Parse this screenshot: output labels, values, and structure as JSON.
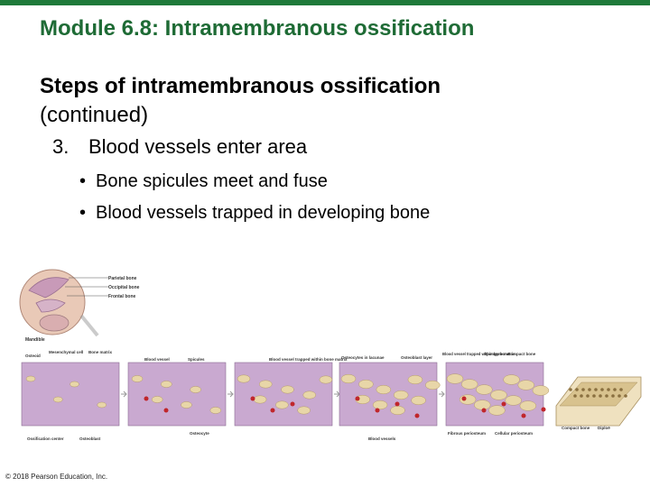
{
  "title": "Module 6.8: Intramembranous ossification",
  "heading": {
    "bold": "Steps of intramembranous ossification",
    "normal": "(continued)"
  },
  "step": {
    "number": "3.",
    "text": "Blood vessels enter area"
  },
  "bullets": [
    "Bone spicules meet and fuse",
    "Blood vessels trapped in developing bone"
  ],
  "figure": {
    "skull_labels": {
      "parietal": "Parietal bone",
      "occipital": "Occipital bone",
      "frontal": "Frontal bone",
      "mandible": "Mandible"
    },
    "panel1": {
      "osteoid": "Osteoid",
      "mesenchymal": "Mesenchymal cell",
      "bone_matrix": "Bone matrix",
      "ossification_center": "Ossification center",
      "osteoblast": "Osteoblast"
    },
    "panel2": {
      "blood_vessel": "Blood vessel",
      "spicules": "Spicules",
      "osteocyte": "Osteocyte"
    },
    "panel3": {
      "blood_vessel_trapped": "Blood vessel trapped within bone matrix"
    },
    "panel4": {
      "osteocytes_lacunae": "Osteocytes in lacunae",
      "osteoblast_layer": "Osteoblast layer",
      "blood_vessels": "Blood vessels"
    },
    "panel5": {
      "blood_vessel_trapped": "Blood vessel trapped within bone matrix",
      "spongy_bone": "Spongy bone",
      "compact_bone": "Compact bone",
      "fibrous_periosteum": "Fibrous periosteum",
      "cellular_periosteum": "Cellular periosteum"
    },
    "panel6": {
      "compact_bone": "Compact bone",
      "diploe": "Diploë"
    }
  },
  "copyright": "© 2018 Pearson Education, Inc.",
  "colors": {
    "title": "#1e6b35",
    "accent_bar": "#1f7a3a",
    "tissue_bg": "#c9a9d0",
    "bone": "#e8d6a8",
    "vessel": "#c0262b"
  }
}
